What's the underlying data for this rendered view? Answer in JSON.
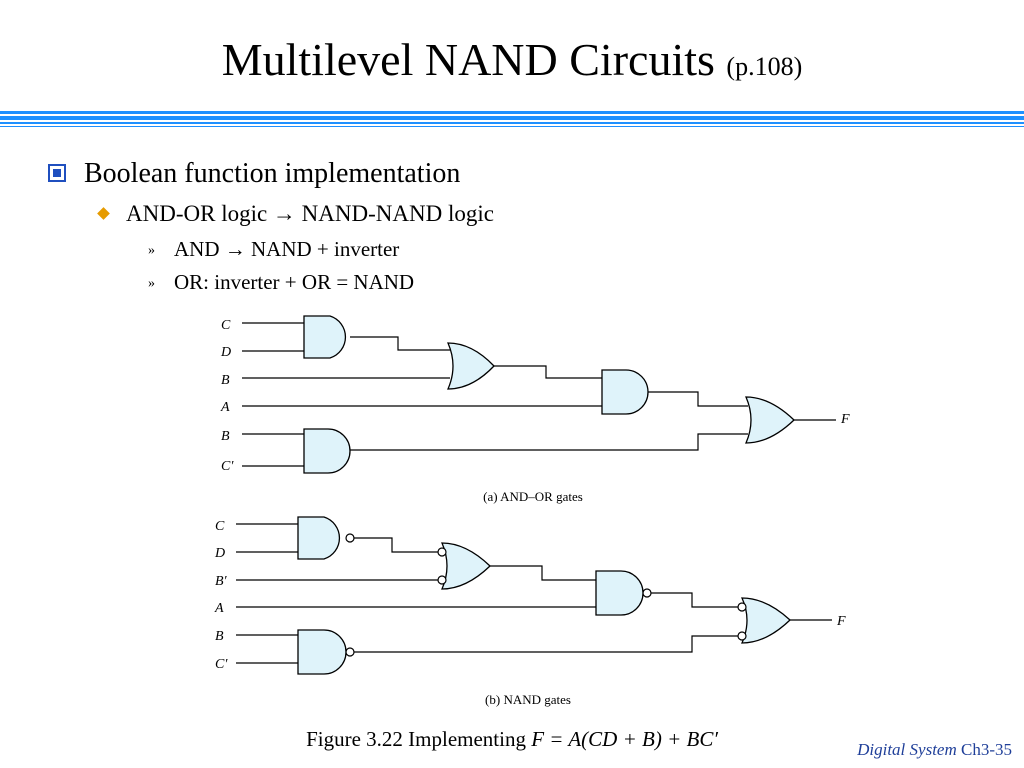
{
  "title": "Multilevel NAND Circuits",
  "title_ref": "(p.108)",
  "colors": {
    "rule": "#1e90ff",
    "bullet": "#1f4fbf",
    "diamond": "#e69b00",
    "gate_fill": "#dff3fa",
    "footer": "#1f3f99"
  },
  "bullets": {
    "level1": "Boolean function implementation",
    "level2": "AND-OR logic → NAND-NAND logic",
    "level3": [
      "AND → NAND + inverter",
      "OR: inverter + OR = NAND"
    ]
  },
  "figure": {
    "a": {
      "inputs": [
        "C",
        "D",
        "B",
        "A",
        "B",
        "C′"
      ],
      "output": "F",
      "caption": "(a) AND–OR gates"
    },
    "b": {
      "inputs": [
        "C",
        "D",
        "B′",
        "A",
        "B",
        "C′"
      ],
      "output": "F",
      "caption": "(b) NAND gates"
    }
  },
  "figure_caption": {
    "prefix": "Figure 3.22 Implementing ",
    "expr": "F = A(CD + B) + BC′"
  },
  "footer": {
    "course": "Digital System",
    "page": "Ch3-35"
  }
}
